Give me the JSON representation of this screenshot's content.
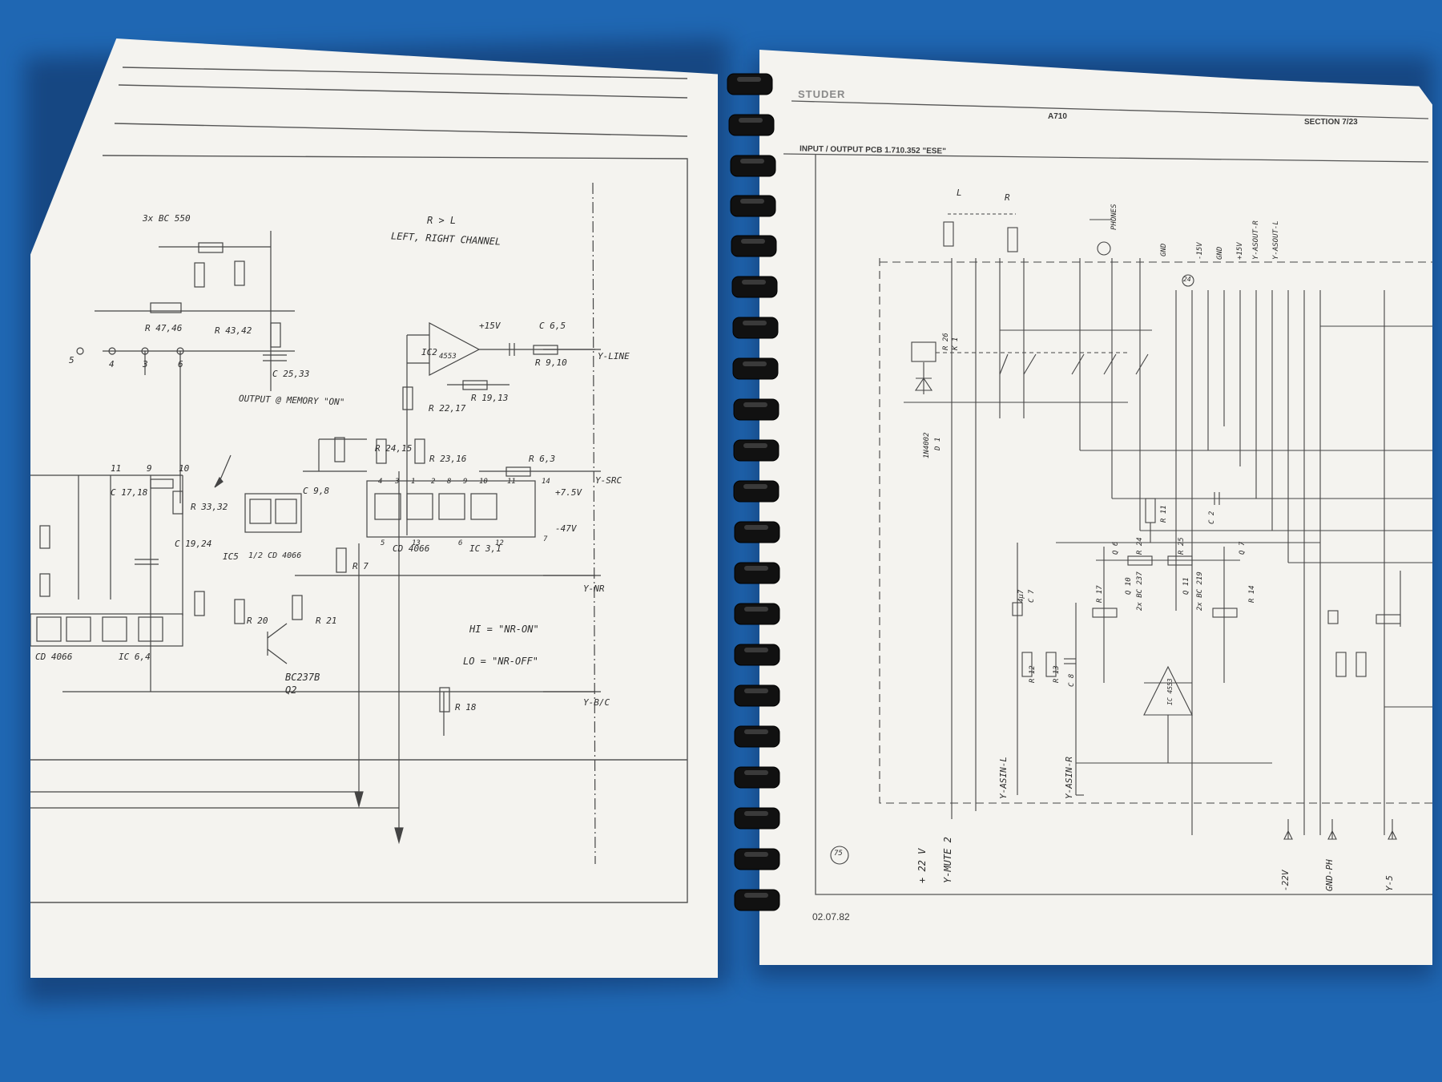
{
  "left_page": {
    "title_note": "LEFT, RIGHT CHANNEL",
    "lr_note": "R > L",
    "transistors_note": "3x BC 550",
    "output_note": "OUTPUT @ MEMORY \"ON\"",
    "ic_opamp": "IC2",
    "opamp_type": "4553",
    "ic_switch_a": "IC5",
    "ic_switch_b": "CD 4066",
    "ic_switch_c": "IC 3,1",
    "ic_switch_d": "IC 6,4",
    "ic_left_name": "CD 4066",
    "ic_half": "1/2 CD 4066",
    "transistor_q2": "BC237B",
    "q2_label": "Q2",
    "hi_note": "HI = \"NR-ON\"",
    "lo_note": "LO = \"NR-OFF\"",
    "line_out": "Y-LINE",
    "src_out": "Y-SRC",
    "nr_out": "Y-NR",
    "bc_out": "Y-B/C",
    "plus15": "+15V",
    "plus75": "+7.5V",
    "minus47": "-47V",
    "r_labels": [
      "R 21",
      "R 20",
      "R 7",
      "R 18",
      "R 22,17",
      "R 23,16",
      "R 24,15",
      "R 6,3",
      "R 9,10",
      "R 19,13",
      "R 47,46",
      "R 43,42",
      "R 33,32"
    ],
    "c_labels": [
      "C 6,5",
      "C 9,8",
      "C 25,33",
      "C 19,24",
      "C 17,18"
    ],
    "pin_numbers": [
      "5",
      "4",
      "3",
      "6",
      "11",
      "9",
      "10",
      "4",
      "3",
      "1",
      "2",
      "8",
      "9",
      "10",
      "11",
      "14",
      "7",
      "5",
      "13",
      "6",
      "12"
    ]
  },
  "right_page": {
    "brand": "STUDER",
    "model": "A710",
    "section": "SECTION 7/23",
    "title": "INPUT / OUTPUT PCB   1.710.352 \"ESE\"",
    "date": "02.07.82",
    "connector_labels": [
      "Y-MUTE 2",
      "+ 22 V",
      "Y-ASIN-L",
      "Y-ASIN-R",
      "-22V",
      "GND-PH",
      "Y-5"
    ],
    "top_labels": [
      "L",
      "R",
      "PHONES",
      "GND",
      "-15V",
      "GND",
      "+15V",
      "Y-ASOUT-R",
      "Y-ASOUT-L"
    ],
    "parts": [
      "R 26",
      "K 1",
      "D 1",
      "1N4002",
      "C 7",
      "4µ7",
      "C 2",
      "R 11",
      "R 24",
      "R 25",
      "Q 6",
      "Q 7",
      "Q 10",
      "Q 11",
      "2x BC 237",
      "2x BC 219",
      "IC 4553",
      "C 8",
      "R 17",
      "R 14",
      "R 12",
      "R 13"
    ],
    "circle_labels": [
      "75",
      "24"
    ]
  }
}
